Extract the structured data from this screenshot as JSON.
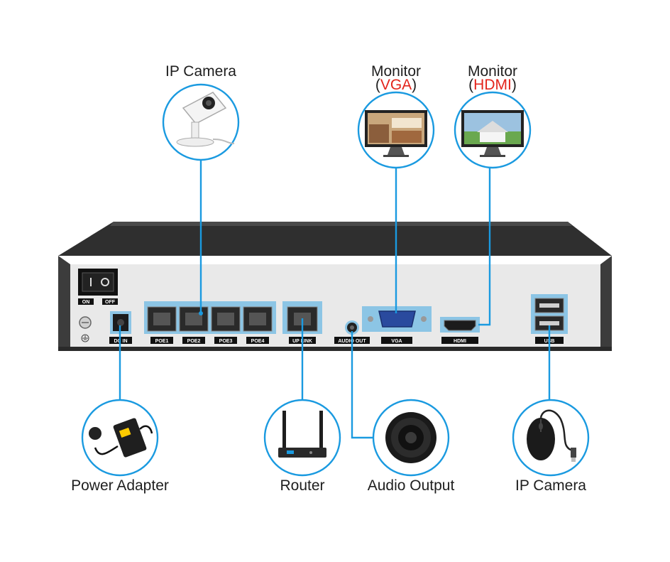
{
  "labels": {
    "ip_camera_top": "IP Camera",
    "monitor_vga_title": "Monitor",
    "monitor_vga_paren_open": "(",
    "monitor_vga_sub": "VGA",
    "monitor_vga_paren_close": ")",
    "monitor_hdmi_title": "Monitor",
    "monitor_hdmi_paren_open": "(",
    "monitor_hdmi_sub": "HDMI",
    "monitor_hdmi_paren_close": ")",
    "power_adapter": "Power Adapter",
    "router": "Router",
    "audio_output": "Audio Output",
    "ip_camera_bottom": "IP Camera"
  },
  "panel": {
    "switch_on": "ON",
    "switch_off": "OFF",
    "dc_in": "DC IN",
    "poe1": "POE1",
    "poe2": "POE2",
    "poe3": "POE3",
    "poe4": "POE4",
    "uplink": "UP LINK",
    "audio_out": "AUDIO OUT",
    "vga": "VGA",
    "hdmi": "HDMI",
    "usb": "USB"
  },
  "colors": {
    "accent": "#1a9ae0",
    "highlight": "#e3241b",
    "chassis": "#3a3a3a",
    "panel": "#e9e9e9"
  }
}
